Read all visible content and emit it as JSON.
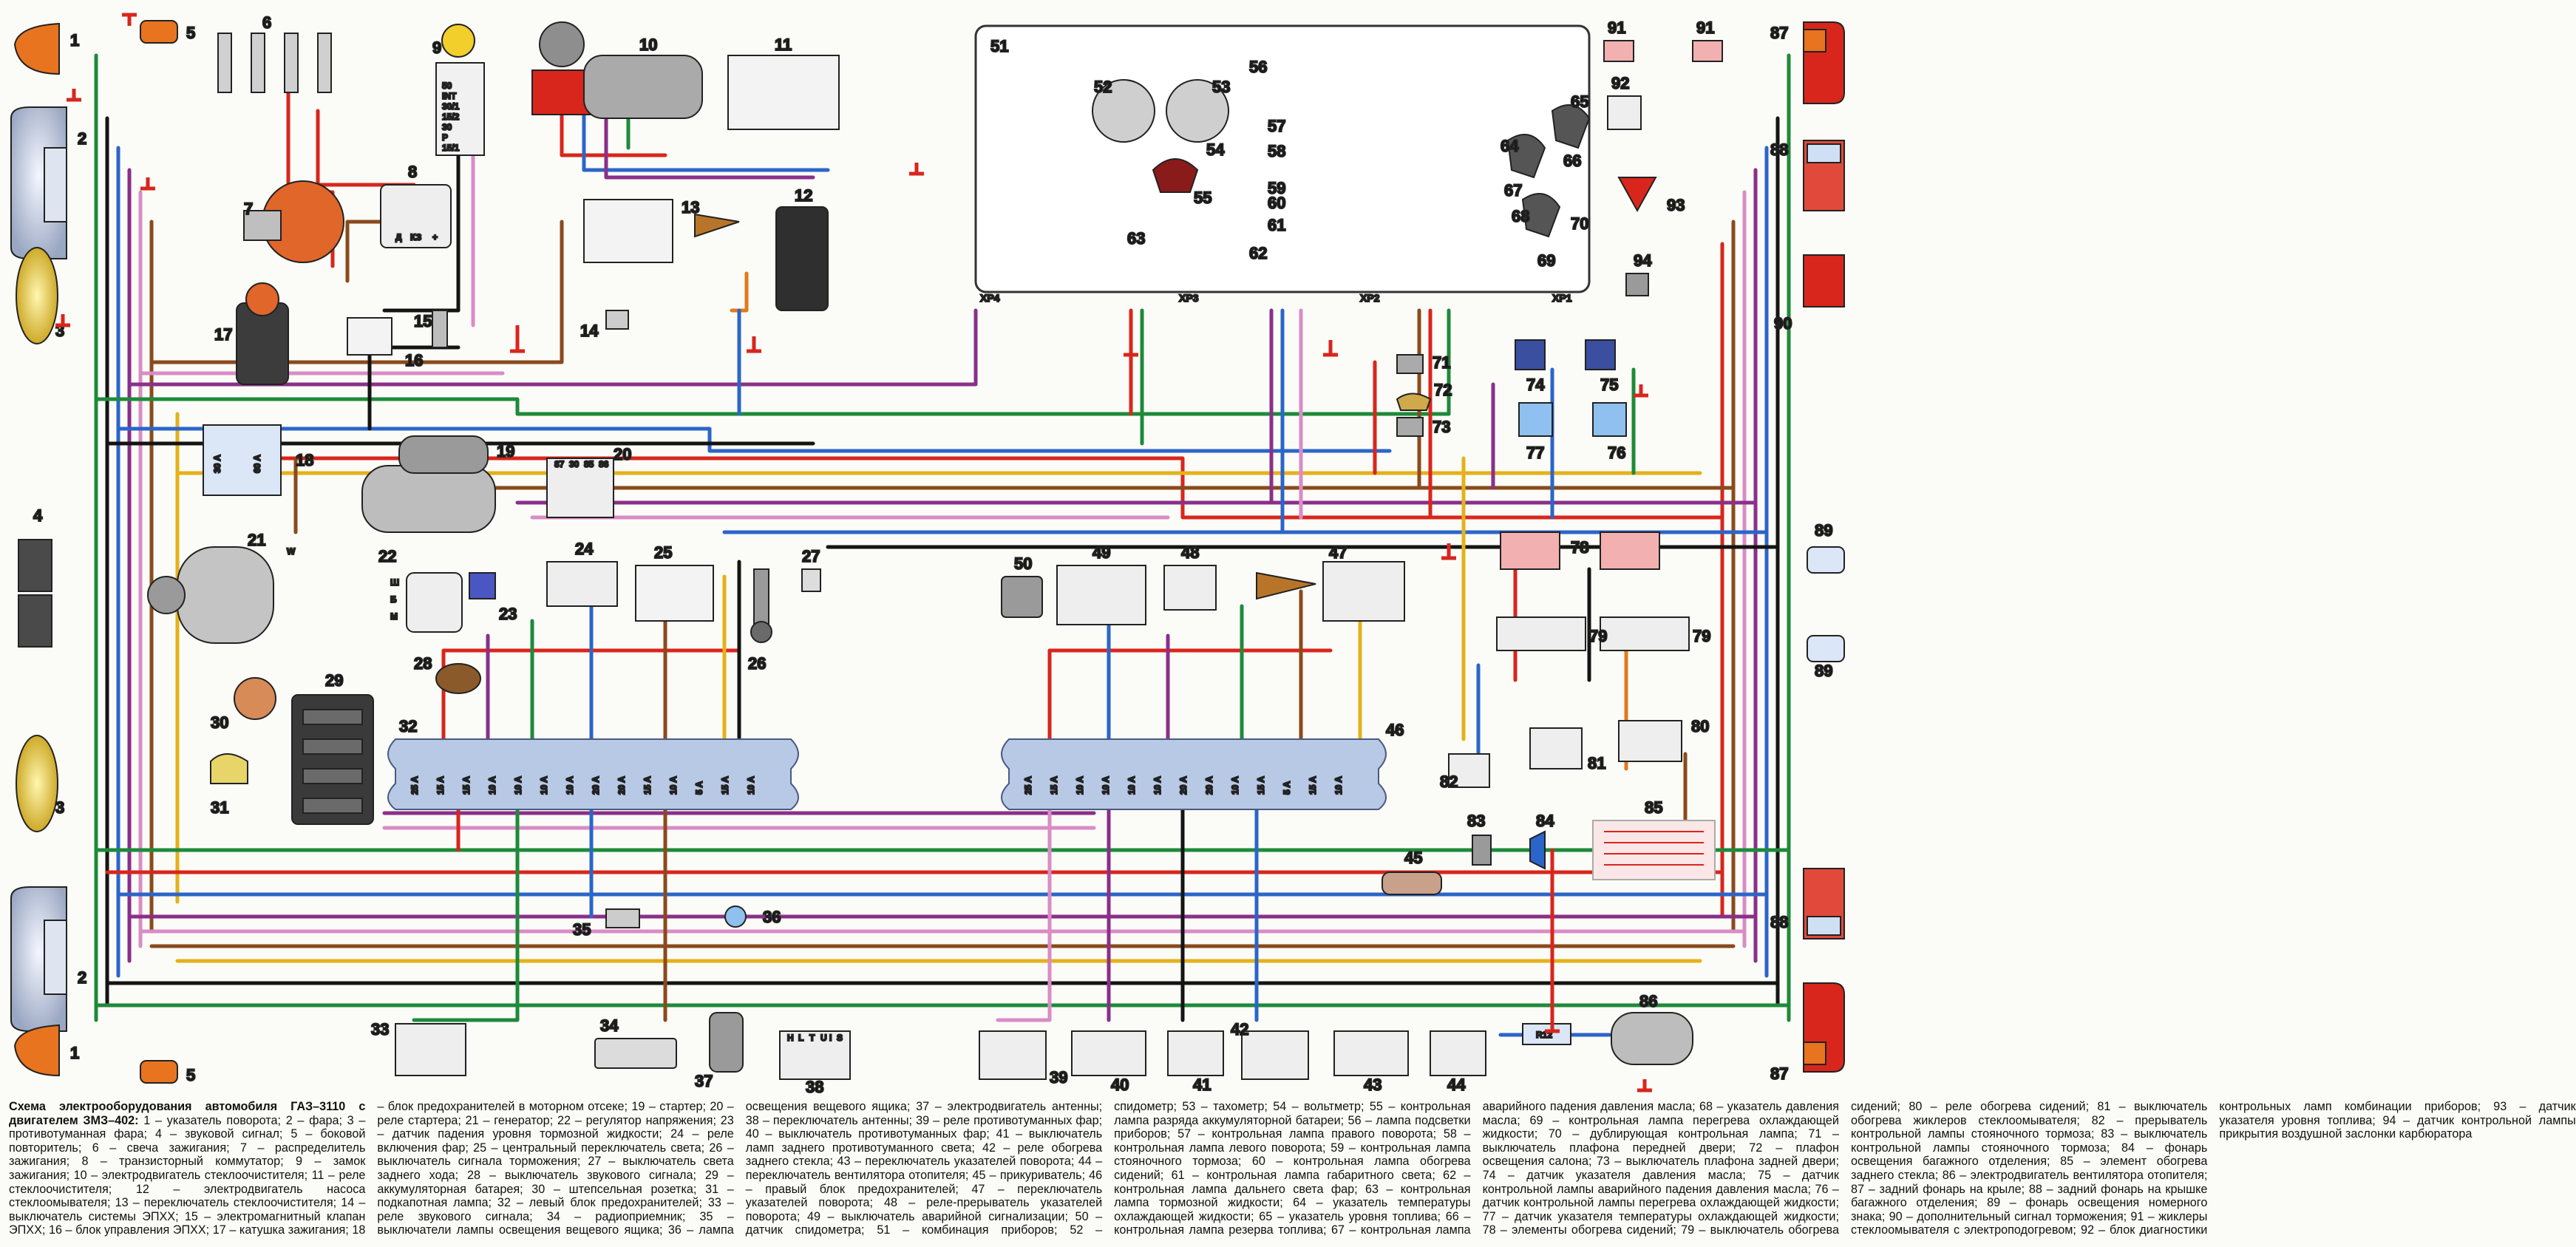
{
  "diagram": {
    "component_numbers": [
      "1",
      "2",
      "3",
      "4",
      "5",
      "6",
      "7",
      "8",
      "9",
      "10",
      "11",
      "12",
      "13",
      "14",
      "15",
      "16",
      "17",
      "18",
      "19",
      "20",
      "21",
      "22",
      "23",
      "24",
      "25",
      "26",
      "27",
      "28",
      "29",
      "30",
      "31",
      "32",
      "33",
      "34",
      "35",
      "36",
      "37",
      "38",
      "39",
      "40",
      "41",
      "42",
      "43",
      "44",
      "45",
      "46",
      "47",
      "48",
      "49",
      "50",
      "51",
      "52",
      "53",
      "54",
      "55",
      "56",
      "57",
      "58",
      "59",
      "60",
      "61",
      "62",
      "63",
      "64",
      "65",
      "66",
      "67",
      "68",
      "69",
      "70",
      "71",
      "72",
      "73",
      "74",
      "75",
      "76",
      "77",
      "78",
      "79",
      "80",
      "81",
      "82",
      "83",
      "84",
      "85",
      "86",
      "87",
      "88",
      "89",
      "90",
      "91",
      "92",
      "93",
      "94"
    ],
    "connector_labels": [
      "XP4",
      "XP3",
      "XP2",
      "XP1"
    ],
    "fuse_ratings_left": [
      "25 A",
      "15 A",
      "15 A",
      "10 A",
      "10 A",
      "10 A",
      "10 A",
      "20 A",
      "20 A",
      "15 A",
      "10 A",
      "5 A",
      "15 A",
      "10 A"
    ],
    "fuse_ratings_right": [
      "25 A",
      "15 A",
      "10 A",
      "10 A",
      "10 A",
      "10 A",
      "20 A",
      "20 A",
      "10 A",
      "15 A",
      "5 A",
      "15 A",
      "10 A"
    ],
    "block18_fuses": [
      "30 A",
      "60 A"
    ],
    "resistor_label": "R12",
    "ignition_terminals": [
      "50",
      "INT",
      "30/1",
      "15/2",
      "30",
      "P",
      "15/1"
    ],
    "switch_letters": [
      "H",
      "L",
      "T",
      "U",
      "I",
      "S"
    ],
    "relay_pins": [
      "87",
      "30",
      "85",
      "86"
    ],
    "alternator_pins": [
      "W",
      "Ш",
      "Б",
      "М"
    ],
    "commutator_pins": [
      "Д",
      "КЗ",
      "+"
    ]
  },
  "caption": {
    "title": "Схема электрооборудования автомобиля ГАЗ–3110 с двигателем ЗМЗ–402:",
    "text": "1 – указатель поворота; 2 – фара; 3 – противотуманная фара; 4 – звуковой сигнал; 5 – боковой повторитель; 6 – свеча зажигания; 7 – распределитель зажигания; 8 – транзисторный коммутатор; 9 – замок зажигания; 10 – электродвигатель стеклоочистителя; 11 – реле стеклоочистителя; 12 – электродвигатель насоса стеклоомывателя; 13 – переключатель стеклоочистителя; 14 – выключатель системы ЭПХХ; 15 – электромагнитный клапан ЭПХХ; 16 – блок управления ЭПХХ; 17 – катушка зажигания; 18 – блок предохранителей в моторном отсеке; 19 – стартер; 20 – реле стартера; 21 – генератор; 22 – регулятор напряжения; 23 – датчик падения уровня тормозной жидкости; 24 – реле включения фар; 25 – центральный переключатель света; 26 – выключатель сигнала торможения; 27 – выключатель света заднего хода; 28 – выключатель звукового сигнала; 29 – аккумуляторная батарея; 30 – штепсельная розетка; 31 – подкапотная лампа; 32 – левый блок предохранителей; 33 – реле звукового сигнала; 34 – радиоприемник; 35 – выключатели лампы освещения вещевого ящика; 36 – лампа освещения вещевого ящика; 37 – электродвигатель антенны; 38 – переключатель антенны; 39 – реле противотуманных фар; 40 – выключатель противотуманных фар; 41 – выключатель ламп заднего противотуманного света; 42 – реле обогрева заднего стекла; 43 – переключатель указателей поворота; 44 – переключатель вентилятора отопителя; 45 – прикуриватель; 46 – правый блок предохранителей; 47 – переключатель указателей поворота; 48 – реле-прерыватель указателей поворота; 49 – выключатель аварийной сигнализации; 50 – датчик спидометра; 51 – комбинация приборов; 52 – спидометр; 53 – тахометр; 54 – вольтметр; 55 – контрольная лампа разряда аккумуляторной батареи; 56 – лампа подсветки приборов; 57 – контрольная лампа правого поворота; 58 – контрольная лампа левого поворота; 59 – контрольная лампа стояночного тормоза; 60 – контрольная лампа обогрева сидений; 61 – контрольная лампа габаритного света; 62 – контрольная лампа дальнего света фар; 63 – контрольная лампа тормозной жидкости; 64 – указатель температуры охлаждающей жидкости; 65 – указатель уровня топлива; 66 – контрольная лампа резерва топлива; 67 – контрольная лампа аварийного падения давления масла; 68 – указатель давления масла; 69 – контрольная лампа перегрева охлаждающей жидкости; 70 – дублирующая контрольная лампа; 71 – выключатель плафона передней двери; 72 – плафон освещения салона; 73 – выключатель плафона задней двери; 74 – датчик указателя давления масла; 75 – датчик контрольной лампы аварийного падения давления масла; 76 – датчик контрольной лампы перегрева охлаждающей жидкости; 77 – датчик указателя температуры охлаждающей жидкости; 78 – элементы обогрева сидений; 79 – выключатель обогрева сидений; 80 – реле обогрева сидений; 81 – выключатель обогрева жиклеров стеклоомывателя; 82 – прерыватель контрольной лампы стояночного тормоза; 83 – выключатель контрольной лампы стояночного тормоза; 84 – фонарь освещения багажного отделения; 85 – элемент обогрева заднего стекла; 86 – электродвигатель вентилятора отопителя; 87 – задний фонарь на крыле; 88 – задний фонарь на крышке багажного отделения; 89 – фонарь освещения номерного знака; 90 – дополнительный сигнал торможения; 91 – жиклеры стеклоомывателя с электроподогревом; 92 – блок диагностики контрольных ламп комбинации приборов; 93 – датчик указателя уровня топлива; 94 – датчик контрольной лампы прикрытия воздушной заслонки карбюратора"
  },
  "colors": {
    "red": "#d8261c",
    "green": "#1e8a3a",
    "blue": "#2b65c9",
    "brown": "#8a4a1c",
    "black": "#141414",
    "purple": "#8a2f8a",
    "pink": "#d98cc6",
    "yellow": "#e3b21a",
    "orange": "#e07a1c",
    "gray": "#8f8f8f",
    "lightblue": "#7fb6e8",
    "fuseblock": "#b8c9e6",
    "lamp_orange": "#e35c1a"
  }
}
